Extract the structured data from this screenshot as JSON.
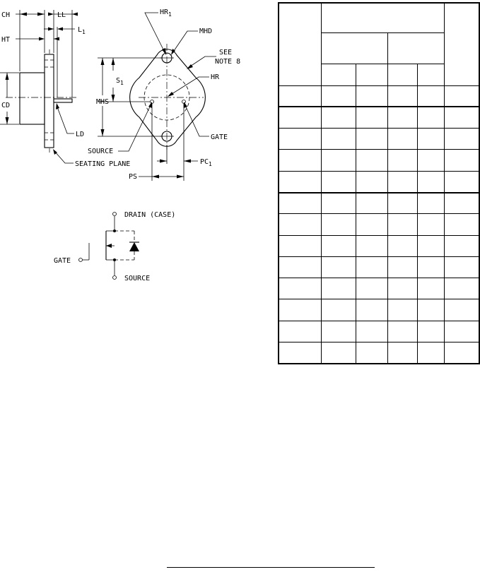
{
  "outline_labels": {
    "ch": "CH",
    "ll": "LL",
    "l1": "L",
    "l1_sub": "1",
    "ht": "HT",
    "cd": "CD",
    "ld": "LD",
    "seating_plane": "SEATING PLANE",
    "hr1": "HR",
    "hr1_sub": "1",
    "mhd": "MHD",
    "see_note_1": "SEE",
    "see_note_2": "NOTE 8",
    "s1": "S",
    "s1_sub": "1",
    "hr": "HR",
    "mhs": "MHS",
    "gate": "GATE",
    "source": "SOURCE",
    "pc1": "PC",
    "pc1_sub": "1",
    "ps": "PS"
  },
  "schematic_labels": {
    "drain": "DRAIN (CASE)",
    "gate": "GATE",
    "source": "SOURCE"
  },
  "table": {
    "body_row_count": 13
  }
}
